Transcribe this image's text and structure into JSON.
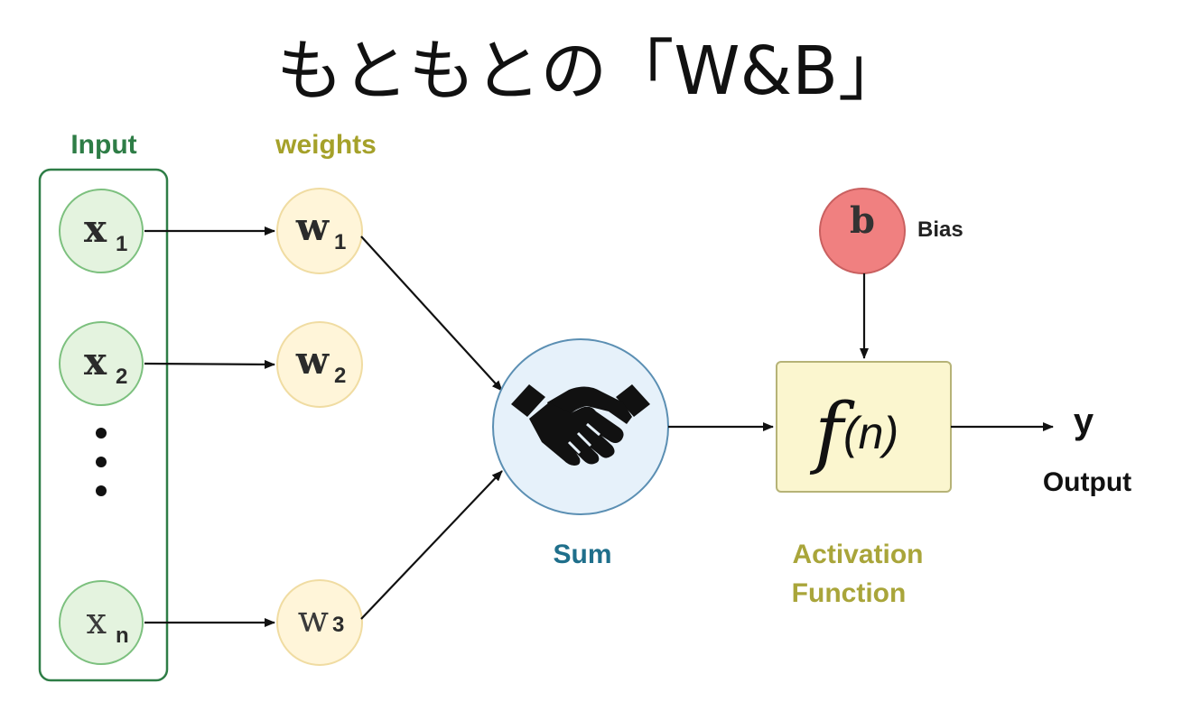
{
  "title": "もともとの「W&B」",
  "groups": {
    "input_label": "Input",
    "weights_label": "weights"
  },
  "inputs": [
    {
      "main": "x",
      "sub": "1"
    },
    {
      "main": "x",
      "sub": "2"
    },
    {
      "main": "x",
      "sub": "n"
    }
  ],
  "weights": [
    {
      "main": "w",
      "sub": "1"
    },
    {
      "main": "w",
      "sub": "2"
    },
    {
      "main": "w",
      "sub": "3"
    }
  ],
  "sum": {
    "label": "Sum",
    "icon": "handshake-icon"
  },
  "bias": {
    "symbol": "b",
    "label": "Bias"
  },
  "activation": {
    "func_symbol": "f",
    "func_arg": "(n)",
    "label_line1": "Activation",
    "label_line2": "Function"
  },
  "output": {
    "symbol": "y",
    "label": "Output"
  },
  "colors": {
    "input_green": "#2e7d46",
    "input_fill": "#e4f3df",
    "input_stroke": "#7cc07e",
    "weights_olive": "#a5a12a",
    "weight_fill": "#fff5d9",
    "weight_stroke": "#f0dca2",
    "sum_blue": "#1f6f8b",
    "sum_fill": "#e6f1fa",
    "sum_stroke": "#5b8fb3",
    "bias_fill": "#f08080",
    "bias_stroke": "#c96060",
    "activation_fill": "#fbf6cf",
    "activation_stroke": "#b6b377",
    "activation_label": "#a9a53a"
  }
}
